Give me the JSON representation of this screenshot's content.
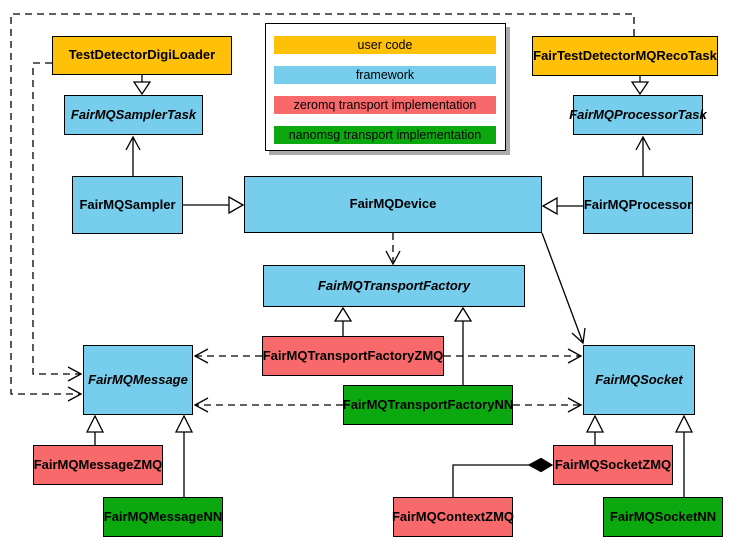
{
  "colors": {
    "user_code": "#FFC107",
    "framework": "#76CDEC",
    "zeromq": "#F8696B",
    "nanomsg": "#0CA80F"
  },
  "legend": {
    "items": [
      {
        "label": "user code",
        "color": "#FFC107"
      },
      {
        "label": "framework",
        "color": "#76CDEC"
      },
      {
        "label": "zeromq transport implementation",
        "color": "#F8696B"
      },
      {
        "label": "nanomsg transport implementation",
        "color": "#0CA80F"
      }
    ]
  },
  "nodes": [
    {
      "label": "TestDetectorDigiLoader",
      "category": "user_code",
      "abstract": false
    },
    {
      "label": "FairTestDetectorMQRecoTask",
      "category": "user_code",
      "abstract": false
    },
    {
      "label": "FairMQSamplerTask",
      "category": "framework",
      "abstract": true
    },
    {
      "label": "FairMQProcessorTask",
      "category": "framework",
      "abstract": true
    },
    {
      "label": "FairMQSampler",
      "category": "framework",
      "abstract": false
    },
    {
      "label": "FairMQDevice",
      "category": "framework",
      "abstract": false
    },
    {
      "label": "FairMQProcessor",
      "category": "framework",
      "abstract": false
    },
    {
      "label": "FairMQTransportFactory",
      "category": "framework",
      "abstract": true
    },
    {
      "label": "FairMQTransportFactoryZMQ",
      "category": "zeromq",
      "abstract": false
    },
    {
      "label": "FairMQTransportFactoryNN",
      "category": "nanomsg",
      "abstract": false
    },
    {
      "label": "FairMQMessage",
      "category": "framework",
      "abstract": true
    },
    {
      "label": "FairMQSocket",
      "category": "framework",
      "abstract": true
    },
    {
      "label": "FairMQMessageZMQ",
      "category": "zeromq",
      "abstract": false
    },
    {
      "label": "FairMQMessageNN",
      "category": "nanomsg",
      "abstract": false
    },
    {
      "label": "FairMQSocketZMQ",
      "category": "zeromq",
      "abstract": false
    },
    {
      "label": "FairMQSocketNN",
      "category": "nanomsg",
      "abstract": false
    },
    {
      "label": "FairMQContextZMQ",
      "category": "zeromq",
      "abstract": false
    }
  ],
  "edges": [
    {
      "from": "TestDetectorDigiLoader",
      "to": "FairMQSamplerTask",
      "type": "inheritance"
    },
    {
      "from": "FairTestDetectorMQRecoTask",
      "to": "FairMQProcessorTask",
      "type": "inheritance"
    },
    {
      "from": "FairMQSampler",
      "to": "FairMQSamplerTask",
      "type": "association"
    },
    {
      "from": "FairMQProcessor",
      "to": "FairMQProcessorTask",
      "type": "association"
    },
    {
      "from": "FairMQSampler",
      "to": "FairMQDevice",
      "type": "inheritance"
    },
    {
      "from": "FairMQProcessor",
      "to": "FairMQDevice",
      "type": "inheritance"
    },
    {
      "from": "FairMQDevice",
      "to": "FairMQTransportFactory",
      "type": "dependency"
    },
    {
      "from": "FairMQDevice",
      "to": "FairMQSocket",
      "type": "association"
    },
    {
      "from": "FairMQTransportFactoryZMQ",
      "to": "FairMQTransportFactory",
      "type": "inheritance"
    },
    {
      "from": "FairMQTransportFactoryNN",
      "to": "FairMQTransportFactory",
      "type": "inheritance"
    },
    {
      "from": "FairMQTransportFactoryZMQ",
      "to": "FairMQMessage",
      "type": "dependency"
    },
    {
      "from": "FairMQTransportFactoryZMQ",
      "to": "FairMQSocket",
      "type": "dependency"
    },
    {
      "from": "FairMQTransportFactoryNN",
      "to": "FairMQMessage",
      "type": "dependency"
    },
    {
      "from": "FairMQTransportFactoryNN",
      "to": "FairMQSocket",
      "type": "dependency"
    },
    {
      "from": "TestDetectorDigiLoader",
      "to": "FairMQMessage",
      "type": "dependency"
    },
    {
      "from": "FairTestDetectorMQRecoTask",
      "to": "FairMQMessage",
      "type": "dependency"
    },
    {
      "from": "FairMQMessageZMQ",
      "to": "FairMQMessage",
      "type": "inheritance"
    },
    {
      "from": "FairMQMessageNN",
      "to": "FairMQMessage",
      "type": "inheritance"
    },
    {
      "from": "FairMQSocketZMQ",
      "to": "FairMQSocket",
      "type": "inheritance"
    },
    {
      "from": "FairMQSocketNN",
      "to": "FairMQSocket",
      "type": "inheritance"
    },
    {
      "from": "FairMQContextZMQ",
      "to": "FairMQSocketZMQ",
      "type": "composition"
    }
  ]
}
